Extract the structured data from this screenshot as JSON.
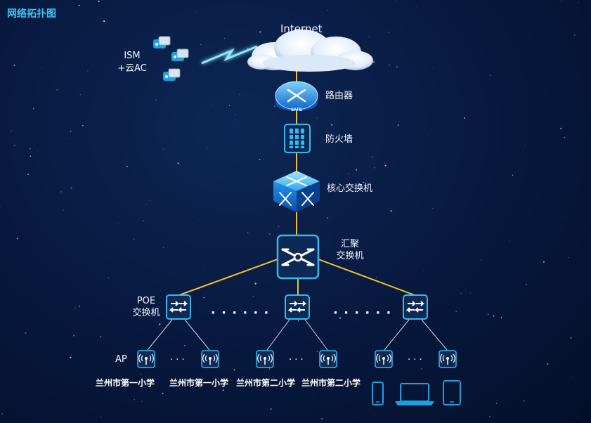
{
  "page_title": "网络拓扑图",
  "cloud": {
    "label": "Internet"
  },
  "management": {
    "line1": "ISM",
    "line2": "+云AC"
  },
  "router": {
    "label": "路由器",
    "badge": "SAFE"
  },
  "firewall": {
    "label": "防火墙"
  },
  "core_switch": {
    "label": "核心交换机"
  },
  "aggregation_switch": {
    "line1": "汇聚",
    "line2": "交换机"
  },
  "poe_switch": {
    "line1": "POE",
    "line2": "交换机"
  },
  "ap_label": "AP",
  "dots_long": "· · · · · ·",
  "dots_short": "· · ·",
  "schools": [
    "兰州市第一小学",
    "兰州市第一小学",
    "兰州市第二小学",
    "兰州市第二小学"
  ],
  "terminals": [
    "phone-icon",
    "laptop-icon",
    "tablet-icon"
  ],
  "colors": {
    "accent": "#38c8f4",
    "link": "#f2c12e",
    "device": "#1aa3e0",
    "thin_link": "#c8d4e8"
  }
}
